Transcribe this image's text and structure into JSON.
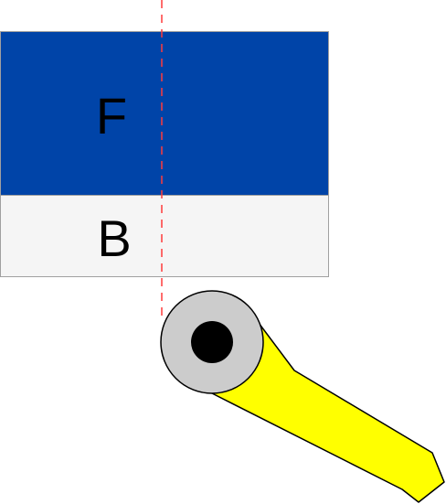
{
  "diagram": {
    "panels": [
      {
        "label": "F",
        "fill": "#0044a8"
      },
      {
        "label": "B",
        "fill": "#f5f5f5"
      }
    ],
    "colors": {
      "label": "#000000",
      "centerline": "#ff3b3b",
      "panel_border": "#a0a0a0",
      "hub_outer": "#cccccc",
      "hub_inner": "#000000",
      "arm": "#ffff00",
      "outline": "#000000"
    },
    "icons": {
      "hub": "pivot-hub",
      "arm": "wrench-arm"
    }
  }
}
